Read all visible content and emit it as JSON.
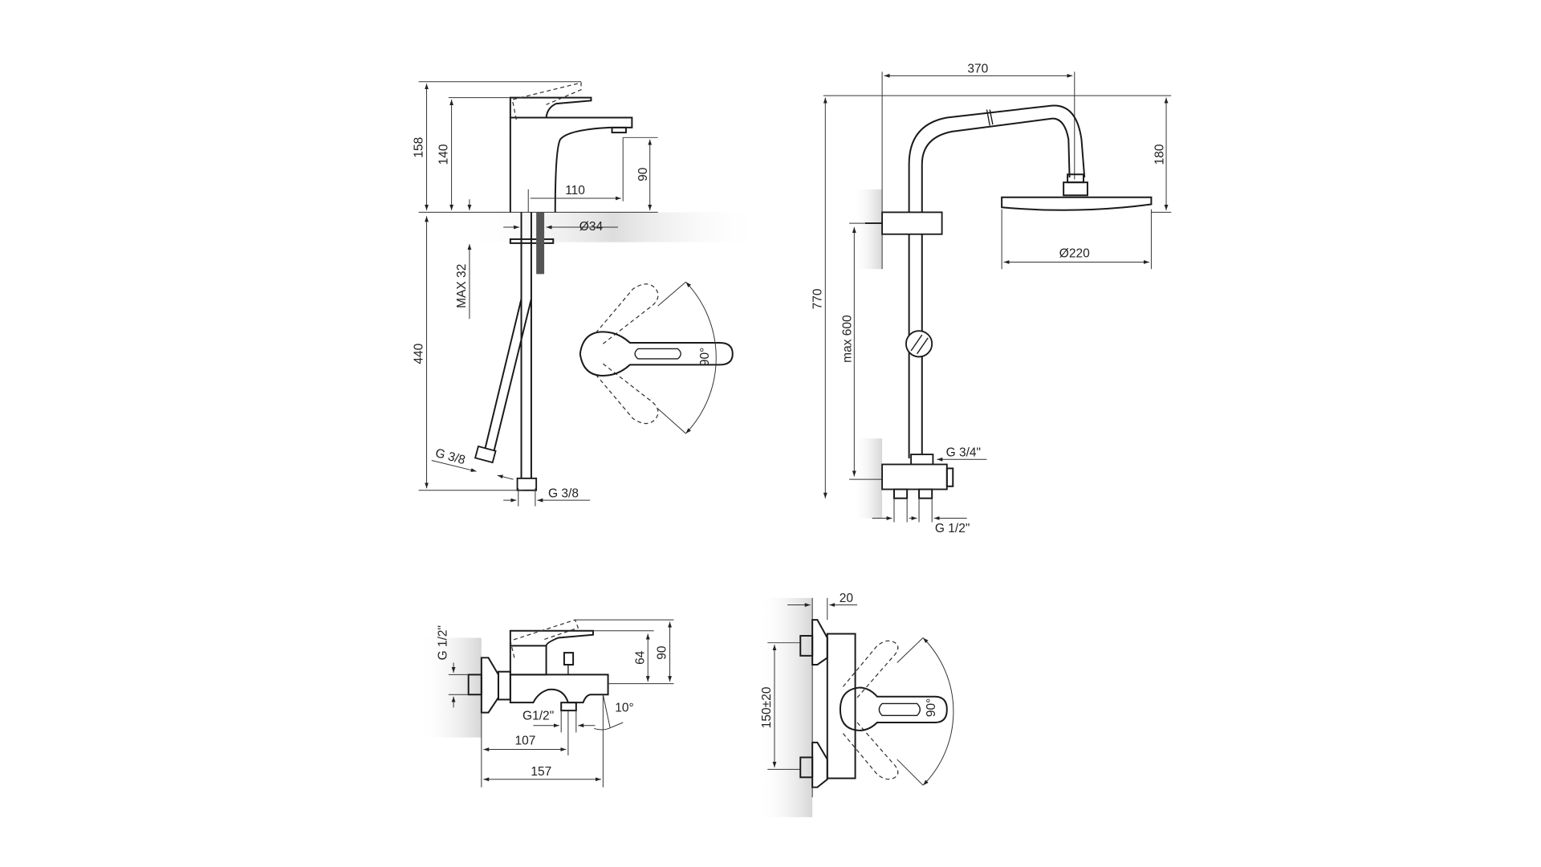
{
  "basin_mixer": {
    "dim_total_height": "158",
    "dim_lever_height": "140",
    "dim_spout_height": "90",
    "dim_spout_reach": "110",
    "dim_hole_diameter": "Ø34",
    "dim_max_counter": "MAX 32",
    "dim_hose_length": "440",
    "hose_thread_left": "G 3/8",
    "hose_thread_right": "G 3/8",
    "lever_rotation": "90°"
  },
  "shower_system": {
    "dim_arm_reach": "370",
    "dim_total_height": "770",
    "dim_head_drop": "180",
    "dim_head_diameter": "Ø220",
    "dim_bracket_max": "max 600",
    "thread_top": "G 3/4\"",
    "thread_bottom": "G 1/2\""
  },
  "bath_mixer": {
    "inlet_thread": "G 1/2\"",
    "dim_lever_height": "64",
    "dim_total_height": "90",
    "outlet_thread": "G1/2\"",
    "spout_angle": "10°",
    "dim_outlet_reach": "107",
    "dim_spout_reach": "157"
  },
  "wall_mixer_front": {
    "dim_wall_offset": "20",
    "dim_inlet_spacing": "150±20",
    "lever_rotation": "90°"
  }
}
